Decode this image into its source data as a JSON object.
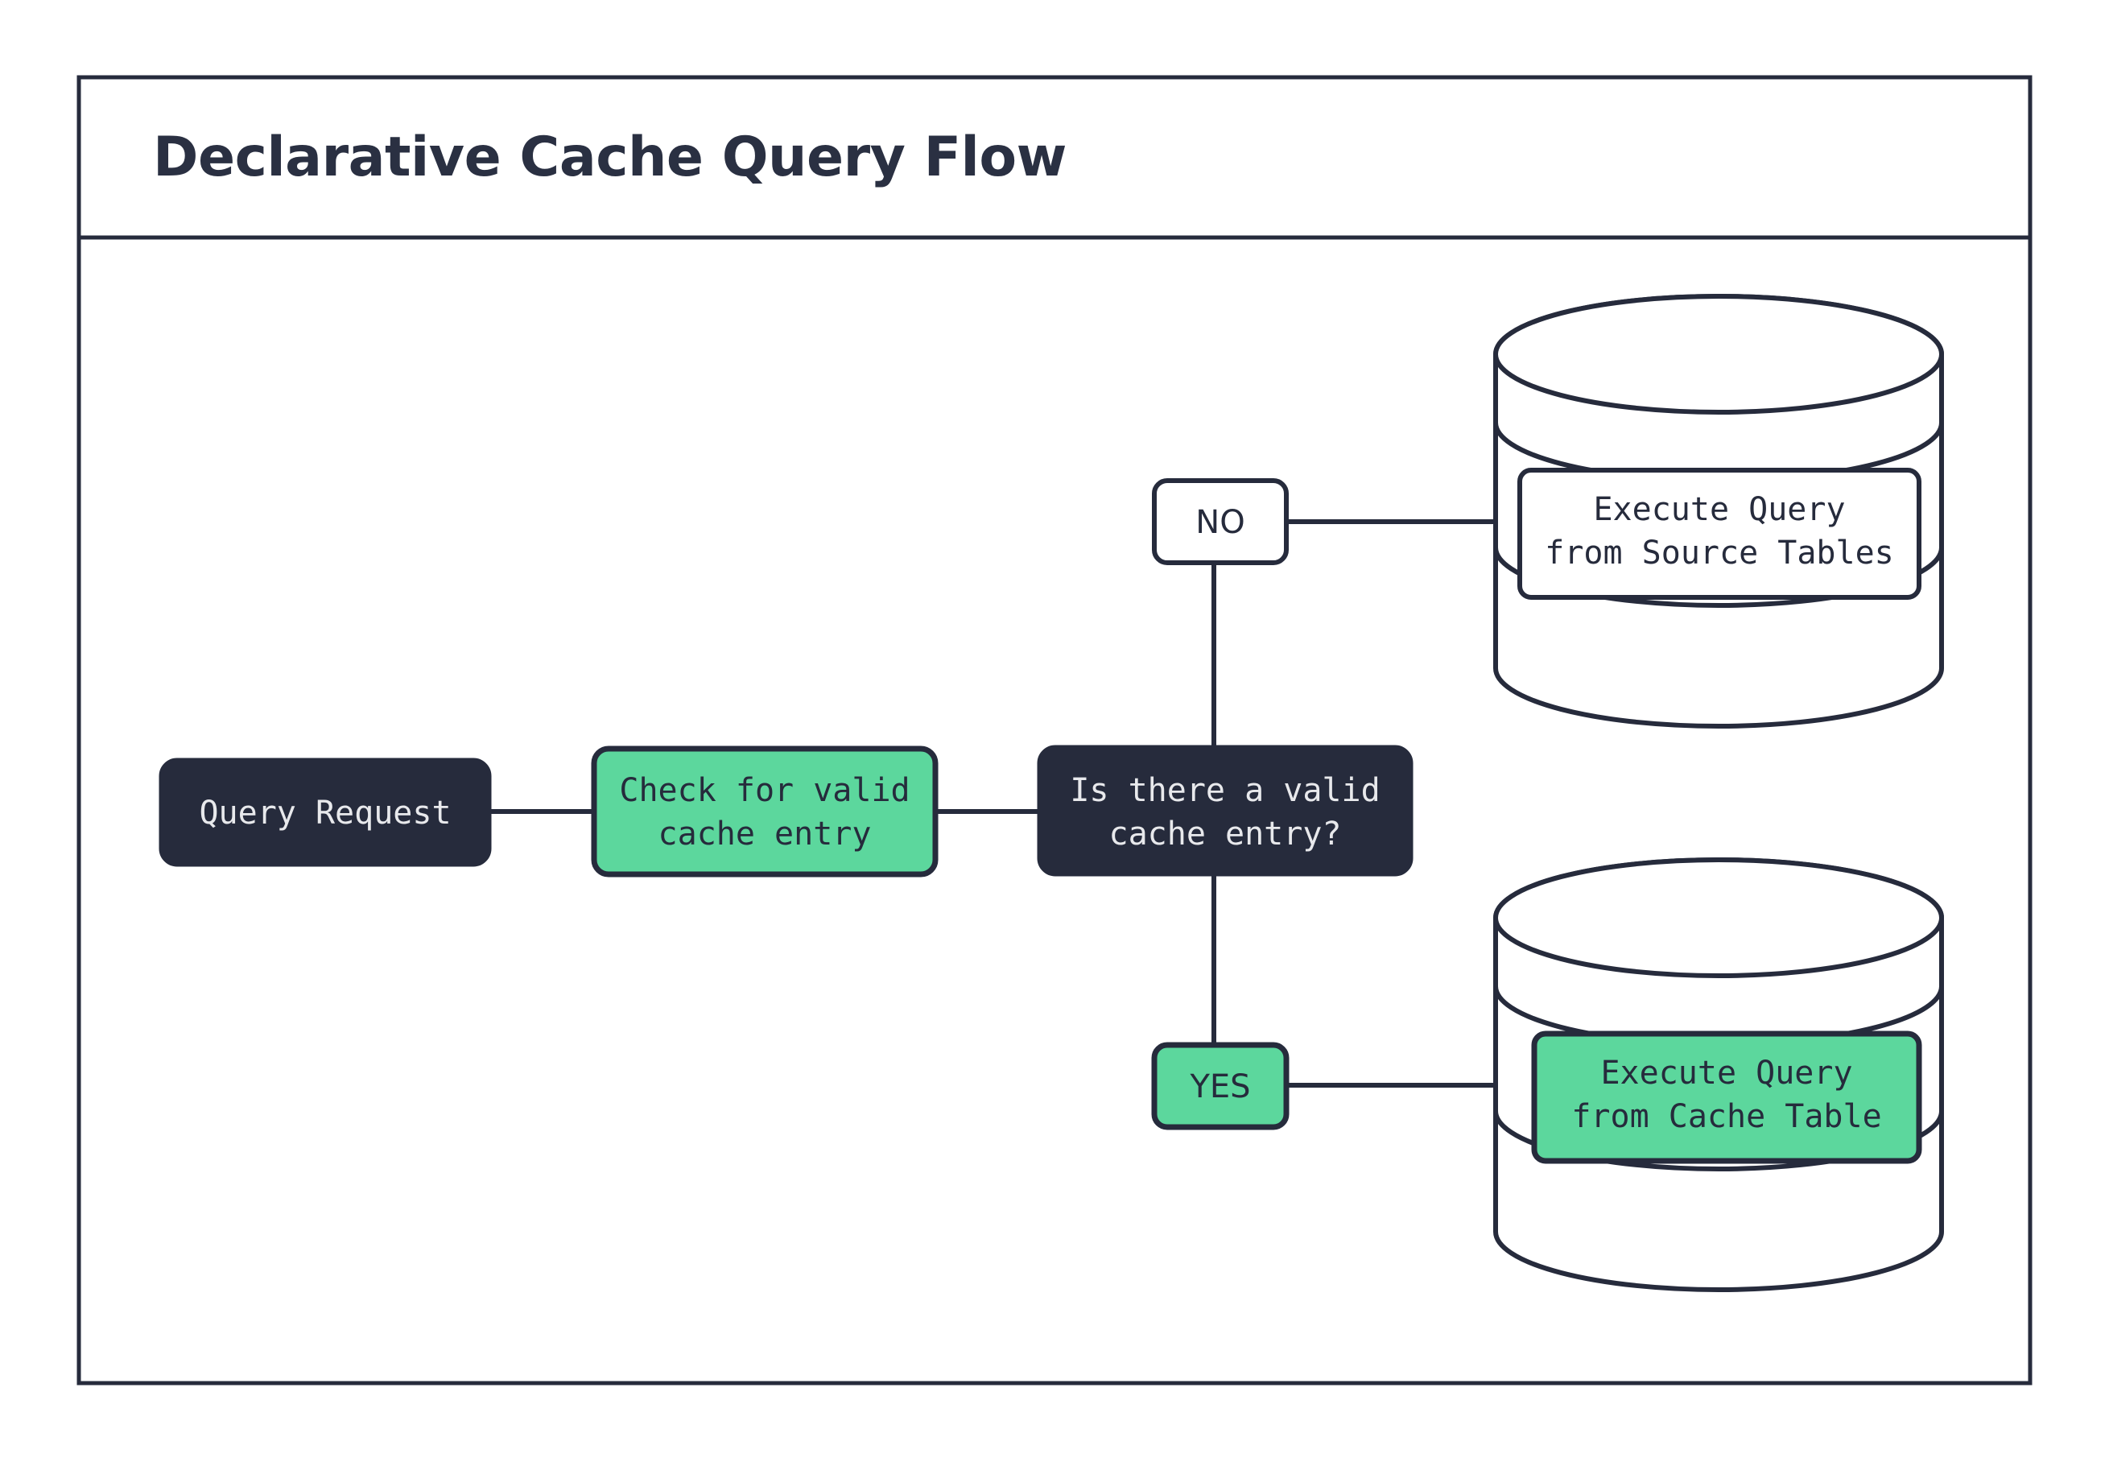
{
  "title": "Declarative Cache Query Flow",
  "colors": {
    "ink": "#262B3C",
    "green": "#5CD79D",
    "white": "#FFFFFF",
    "light_text": "#E8E9EC"
  },
  "nodes": {
    "query_request": {
      "label": "Query Request",
      "style": "dark"
    },
    "check_cache": {
      "line1": "Check for valid",
      "line2": "cache entry",
      "style": "green"
    },
    "decision": {
      "line1": "Is there a valid",
      "line2": "cache entry?",
      "style": "dark"
    },
    "branch_no": {
      "label": "NO",
      "style": "white"
    },
    "branch_yes": {
      "label": "YES",
      "style": "green"
    },
    "source_db": {
      "line1": "Execute Query",
      "line2": "from Source Tables",
      "style": "white",
      "container": "database-cylinder"
    },
    "cache_db": {
      "line1": "Execute Query",
      "line2": "from Cache Table",
      "style": "green",
      "container": "database-cylinder"
    }
  },
  "edges": [
    {
      "from": "query_request",
      "to": "check_cache"
    },
    {
      "from": "check_cache",
      "to": "decision"
    },
    {
      "from": "decision",
      "to": "branch_no"
    },
    {
      "from": "decision",
      "to": "branch_yes"
    },
    {
      "from": "branch_no",
      "to": "source_db"
    },
    {
      "from": "branch_yes",
      "to": "cache_db"
    }
  ]
}
